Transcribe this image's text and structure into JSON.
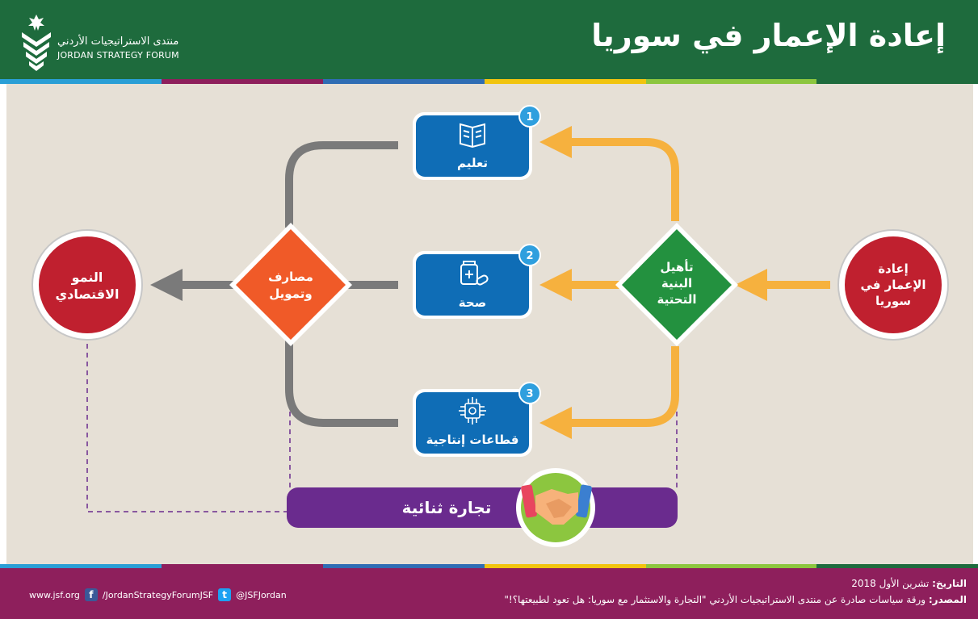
{
  "header": {
    "title": "إعادة الإعمار في سوريا",
    "logo_ar": "منتدى الاستراتيجيات الأردني",
    "logo_en": "JORDAN STRATEGY FORUM"
  },
  "diagram": {
    "start": [
      "إعادة",
      "الإعمار في",
      "سوريا"
    ],
    "infrastructure": [
      "تأهيل",
      "البنية",
      "التحتية"
    ],
    "banking": [
      "مصارف",
      "وتمويل"
    ],
    "end": [
      "النمو",
      "الاقتصادي"
    ],
    "trade": "تجارة ثنائية",
    "sectors": [
      {
        "number": "1",
        "label": "تعليم",
        "icon": "book-icon"
      },
      {
        "number": "2",
        "label": "صحة",
        "icon": "medicine-icon"
      },
      {
        "number": "3",
        "label": "قطاعات إنتاجية",
        "icon": "chip-icon"
      }
    ]
  },
  "footer": {
    "website": "www.jsf.org",
    "facebook": "/JordanStrategyForumJSF",
    "twitter": "@JSFJordan",
    "date_label": "التاريخ:",
    "date_value": "تشرين الأول 2018",
    "source_label": "المصدر:",
    "source_value": "ورقة سياسات صادرة عن منتدى الاستراتيجيات الأردني \"التجارة والاستثمار مع سوريا: هل تعود لطبيعتها؟!\""
  },
  "colors": {
    "header_green": "#1e6b3d",
    "footer_magenta": "#8e1f5c",
    "background": "#e6e0d6",
    "sector_blue": "#0f6db6",
    "arrow_orange": "#f6b13e",
    "arrow_gray": "#7a7a7a",
    "circle_red": "#c0202f",
    "diamond_green": "#23913f",
    "diamond_orange": "#f05a28",
    "trade_purple": "#6a2b8e",
    "handshake_green": "#8cc63f",
    "badge_blue": "#2f9fde"
  }
}
